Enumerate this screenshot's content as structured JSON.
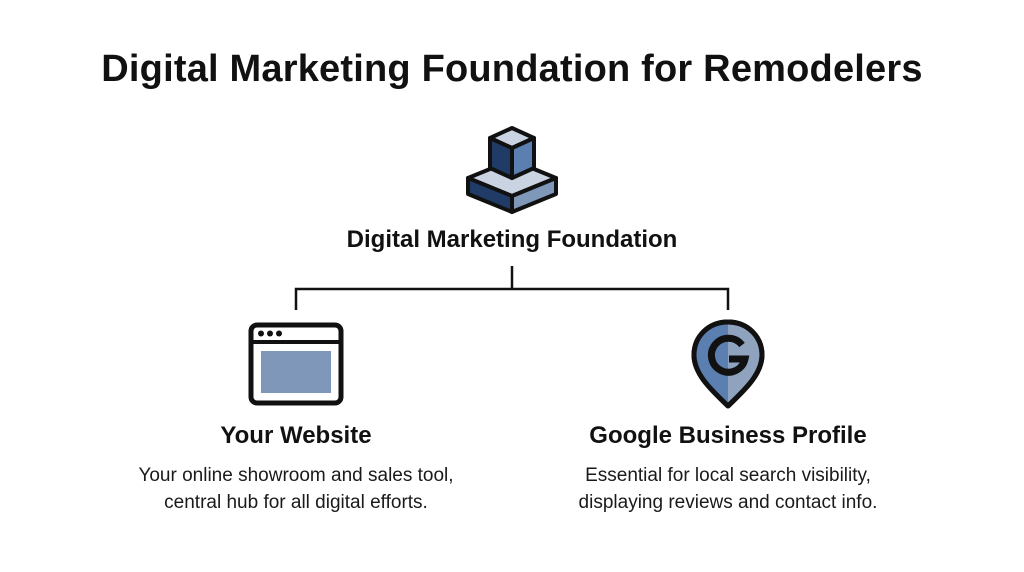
{
  "title": "Digital Marketing Foundation for Remodelers",
  "root": {
    "label": "Digital Marketing Foundation",
    "icon": "stacked-blocks-icon"
  },
  "children": [
    {
      "title": "Your Website",
      "description_line1": "Your online showroom and sales tool,",
      "description_line2": "central hub for all digital efforts.",
      "icon": "browser-window-icon"
    },
    {
      "title": "Google Business Profile",
      "description_line1": "Essential for local search visibility,",
      "description_line2": "displaying reviews and contact info.",
      "icon": "google-map-pin-icon"
    }
  ],
  "colors": {
    "dark_navy": "#1f3b66",
    "mid_blue": "#5b7fb0",
    "light_slate": "#7f97b8",
    "pale_slate": "#c9d3e1",
    "outline": "#111111"
  }
}
